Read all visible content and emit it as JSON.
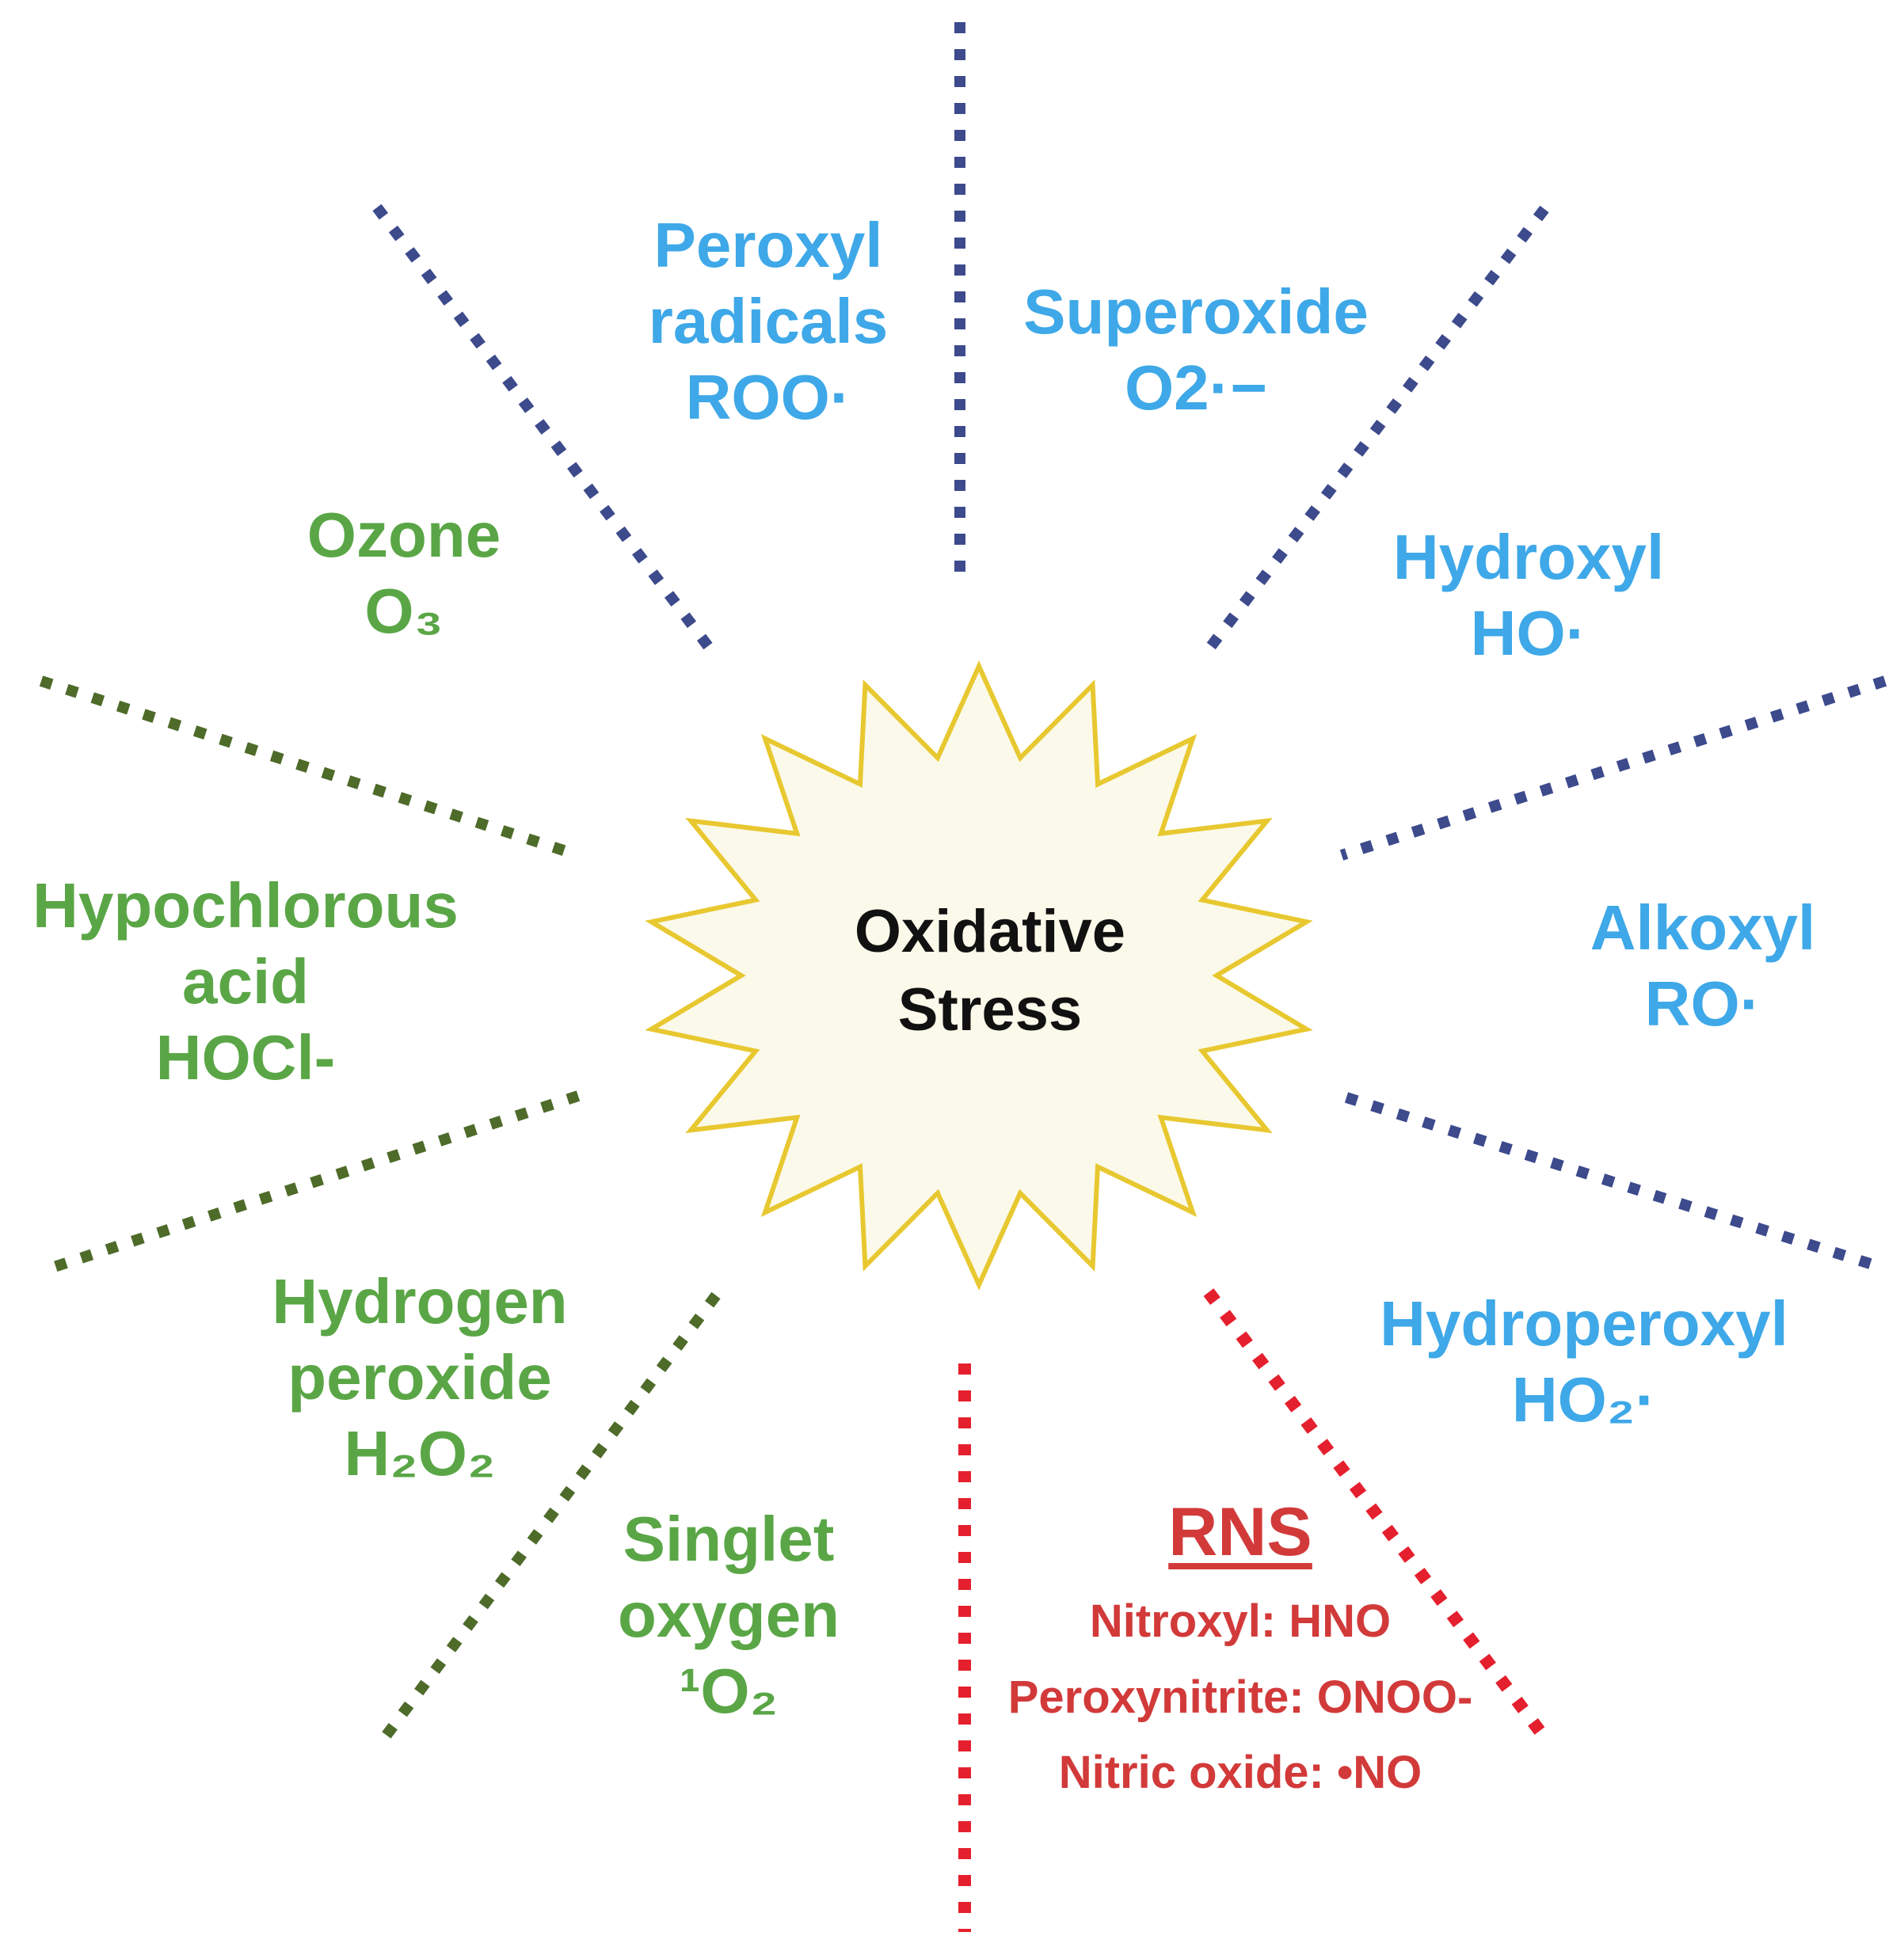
{
  "center": {
    "line1": "Oxidative",
    "line2": "Stress"
  },
  "colors": {
    "blue_line": "#3d4a8c",
    "green_line": "#4e6b2a",
    "red_line": "#e5202e",
    "blue_text": "#3ea8e8",
    "green_text": "#5aa646",
    "red_text": "#d23a3a",
    "burst_stroke": "#e8c830",
    "burst_fill": "#fbf9ea"
  },
  "ros_blue": [
    {
      "id": "peroxyl",
      "lines": [
        "Peroxyl",
        "radicals",
        "ROO·"
      ]
    },
    {
      "id": "superoxide",
      "lines": [
        "Superoxide",
        "O2·−"
      ]
    },
    {
      "id": "hydroxyl",
      "lines": [
        "Hydroxyl",
        "HO·"
      ]
    },
    {
      "id": "alkoxyl",
      "lines": [
        "Alkoxyl",
        "RO·"
      ]
    },
    {
      "id": "hydroperoxyl",
      "lines": [
        "Hydroperoxyl",
        "HO₂·"
      ]
    }
  ],
  "ros_green": [
    {
      "id": "ozone",
      "lines": [
        "Ozone",
        "O₃"
      ]
    },
    {
      "id": "hypochlorous",
      "lines": [
        "Hypochlorous",
        "acid",
        "HOCl-"
      ]
    },
    {
      "id": "hydrogen-peroxide",
      "lines": [
        "Hydrogen",
        "peroxide",
        "H₂O₂"
      ]
    },
    {
      "id": "singlet-oxygen",
      "lines": [
        "Singlet",
        "oxygen",
        "¹O₂"
      ]
    }
  ],
  "rns": {
    "heading": "RNS",
    "items": [
      "Nitroxyl: HNO",
      "Peroxynitrite: ONOO-",
      "Nitric oxide: •NO"
    ]
  }
}
